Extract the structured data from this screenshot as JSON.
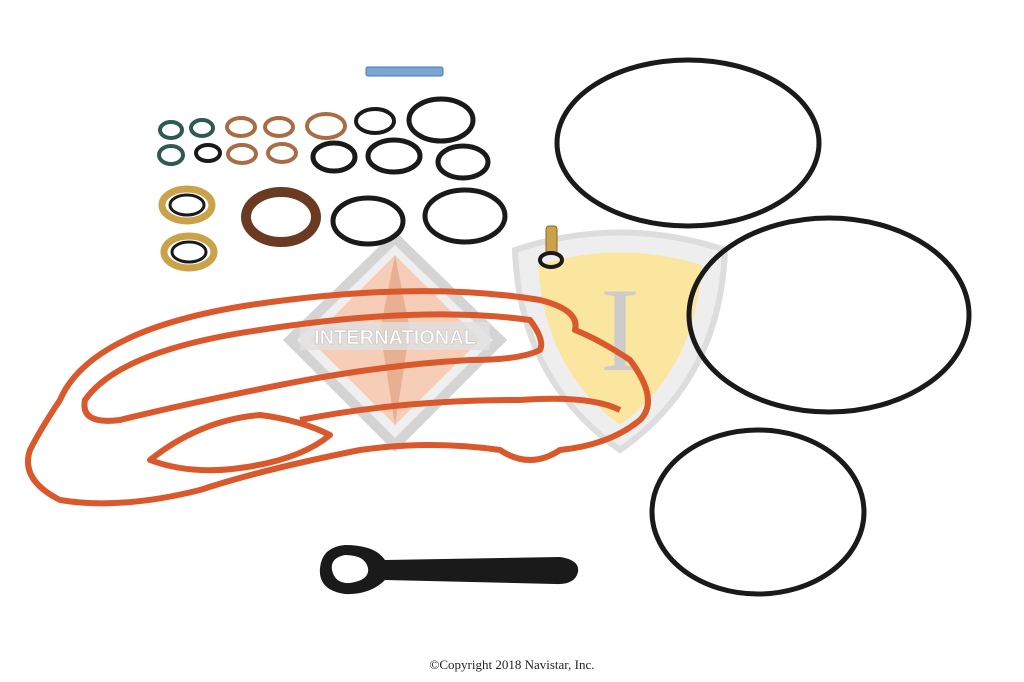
{
  "copyright": "©Copyright 2018 Navistar, Inc.",
  "watermark": {
    "brand_text": "INTERNATIONAL",
    "shield_letter": "I"
  },
  "colors": {
    "orange_gasket": "#d9582c",
    "black_ring": "#1a1a1a",
    "brown_ring": "#6b3a22",
    "green_ring": "#2f5a52",
    "copper_ring": "#a86d45",
    "washer_gold": "#c9a24a",
    "watermark_orange": "#f6c9b0",
    "watermark_yellow": "#fbe6a0",
    "watermark_gray": "#d8d8d8"
  }
}
